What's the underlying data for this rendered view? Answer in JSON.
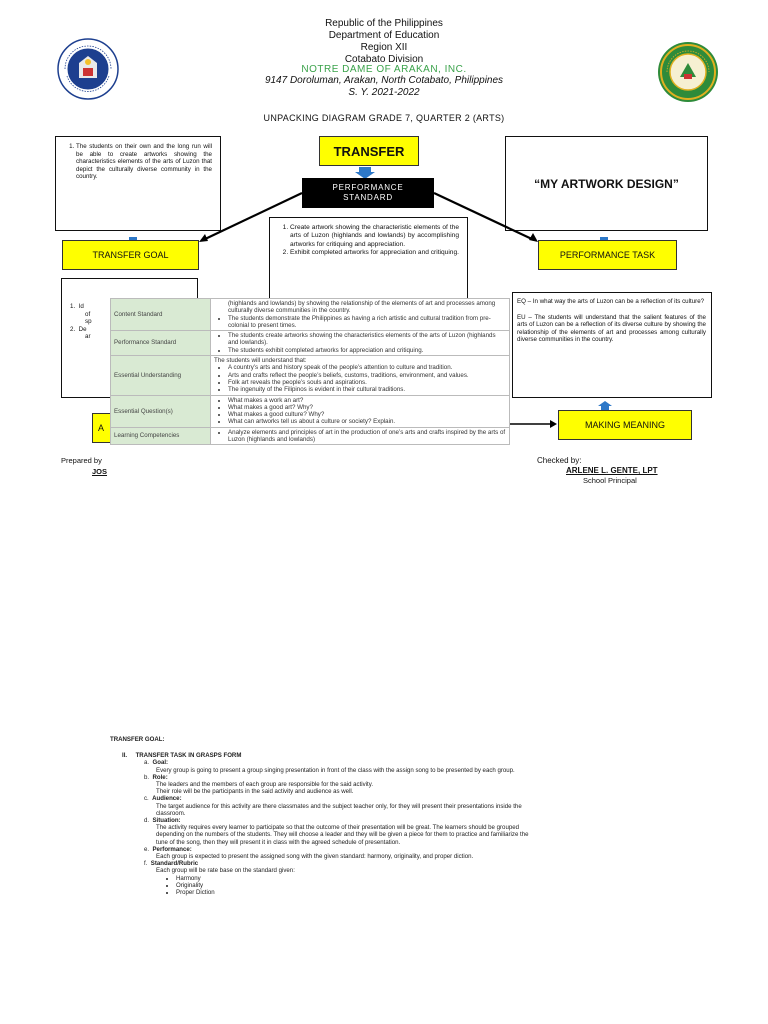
{
  "header": {
    "line1": "Republic of the Philippines",
    "line2": "Department of Education",
    "line3": "Region XII",
    "line4": "Cotabato Division",
    "school": "NOTRE DAME OF ARAKAN, INC.",
    "address": "9147 Doroluman, Arakan, North Cotabato, Philippines",
    "sy": "S. Y. 2021-2022",
    "title": "UNPACKING DIAGRAM GRADE 7, QUARTER 2 (ARTS)"
  },
  "logos": {
    "deped_text": "KAGAWARAN NG EDUKASYON",
    "deped_sub": "REPUBLIKA NG PILIPINAS",
    "school_seal_text": "NOTRE DAME OF ARAKAN, INC.",
    "deped_color": "#1d3f8f",
    "seal_color": "#2e8b3a",
    "seal_gold": "#e0b020"
  },
  "transfer": {
    "label": "TRANSFER",
    "ps_label_1": "PERFORMANCE",
    "ps_label_2": "STANDARD",
    "ps_items": [
      "Create artwork showing the characteristic elements of the arts of Luzon (highlands and lowlands) by accomplishing artworks for critiquing and appreciation.",
      "Exhibit completed artworks for appreciation and critiquing."
    ]
  },
  "transfer_goal": {
    "text": "The students on their own and the long run will be able to create artworks showing the characteristics elements of the arts of Luzon that depict the culturally diverse community in the country.",
    "label": "TRANSFER GOAL",
    "below_items": [
      "Id",
      "De"
    ],
    "below_frag": [
      "of",
      "sp",
      "ar"
    ]
  },
  "performance_task": {
    "text": "“MY ARTWORK DESIGN”",
    "label": "PERFORMANCE TASK"
  },
  "meaning": {
    "eq": "EQ – In what way the arts of Luzon can be a reflection of its culture?",
    "eu": "EU – The students will understand that the salient features of the arts of Luzon can be a reflection of its diverse culture by showing the relationship of the elements of art and processes among culturally diverse communities in the country.",
    "label": "MAKING MEANING"
  },
  "acquisition_label": "A",
  "standards_table": [
    {
      "label": "Content Standard",
      "items": [
        {
          "bullet": false,
          "text": "(highlands and lowlands) by showing the relationship of the elements of art and processes among culturally diverse communities in the country."
        },
        {
          "bullet": true,
          "text": "The students demonstrate the Philippines as having a rich artistic and cultural tradition from pre-colonial to present times."
        }
      ]
    },
    {
      "label": "Performance Standard",
      "items": [
        {
          "bullet": true,
          "text": "The students create artworks showing the characteristics elements of the arts of Luzon (highlands and lowlands)."
        },
        {
          "bullet": true,
          "text": "The students exhibit completed artworks for appreciation and critiquing."
        }
      ]
    },
    {
      "label": "Essential Understanding",
      "items": [
        {
          "bullet": false,
          "text": "The students will understand that:"
        },
        {
          "bullet": true,
          "text": "A country’s arts and history speak of the people’s attention to culture and tradition."
        },
        {
          "bullet": true,
          "text": "Arts and crafts reflect the people’s beliefs, customs, traditions, environment, and values."
        },
        {
          "bullet": true,
          "text": "Folk art reveals the people’s souls and aspirations."
        },
        {
          "bullet": true,
          "text": "The ingenuity of the Filipinos is evident in their cultural traditions."
        }
      ]
    },
    {
      "label": "Essential Question(s)",
      "items": [
        {
          "bullet": true,
          "text": "What makes a work an art?"
        },
        {
          "bullet": true,
          "text": "What makes a good art? Why?"
        },
        {
          "bullet": true,
          "text": "What makes a good culture? Why?"
        },
        {
          "bullet": true,
          "text": "What can artworks tell us about a culture or society? Explain."
        }
      ]
    },
    {
      "label": "Learning Competencies",
      "items": [
        {
          "bullet": true,
          "text": "Analyze elements and principles of art in the production of one’s arts and crafts inspired by the arts of Luzon (highlands and lowlands)"
        }
      ]
    }
  ],
  "signatures": {
    "prepared_label": "Prepared by",
    "prepared_name": "JOS",
    "checked_label": "Checked by:",
    "checked_name": "ARLENE L. GENTE, LPT",
    "checked_title": "School Principal"
  },
  "grasps": {
    "heading": "TRANSFER GOAL:",
    "section_num": "II.",
    "section_title": "TRANSFER TASK IN GRASPS FORM",
    "items": [
      {
        "key": "a.",
        "label": "Goal:",
        "lines": [
          "Every group is going to present a group singing presentation in front of the class with the assign song to be presented by each group."
        ]
      },
      {
        "key": "b.",
        "label": "Role:",
        "lines": [
          "The leaders and the members of each group are responsible for the said activity.",
          "Their role will be the participants in the said activity and audience as well."
        ]
      },
      {
        "key": "c.",
        "label": "Audience:",
        "lines": [
          "The target audience for this activity are there classmates and the subject teacher only, for they will present their presentations inside the classroom."
        ]
      },
      {
        "key": "d.",
        "label": "Situation:",
        "lines": [
          "The activity requires every learner to participate so that the outcome of their presentation will be great. The learners should be grouped depending on the numbers of the students. They will choose a leader and they will be given a piece for them to practice and familiarize the tune of the song, then they will present it in class with the agreed schedule of presentation."
        ]
      },
      {
        "key": "e.",
        "label": "Performance:",
        "lines": [
          "Each group is expected to present the assigned song with the given standard: harmony, originality, and proper diction."
        ]
      },
      {
        "key": "f.",
        "label": "Standard/Rubric",
        "lines": [
          "Each group will be rate base on the standard given:"
        ]
      }
    ],
    "rubric": [
      "Harmony",
      "Originality",
      "Proper Diction"
    ]
  }
}
